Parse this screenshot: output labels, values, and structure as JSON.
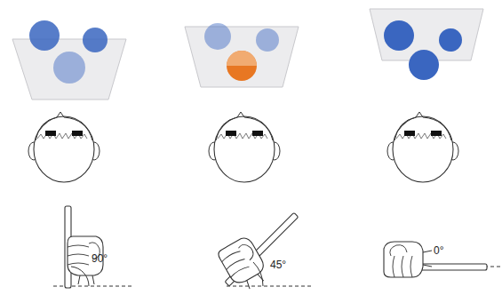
{
  "diagram": {
    "labels": [
      "90°",
      "45°",
      "0°"
    ]
  }
}
